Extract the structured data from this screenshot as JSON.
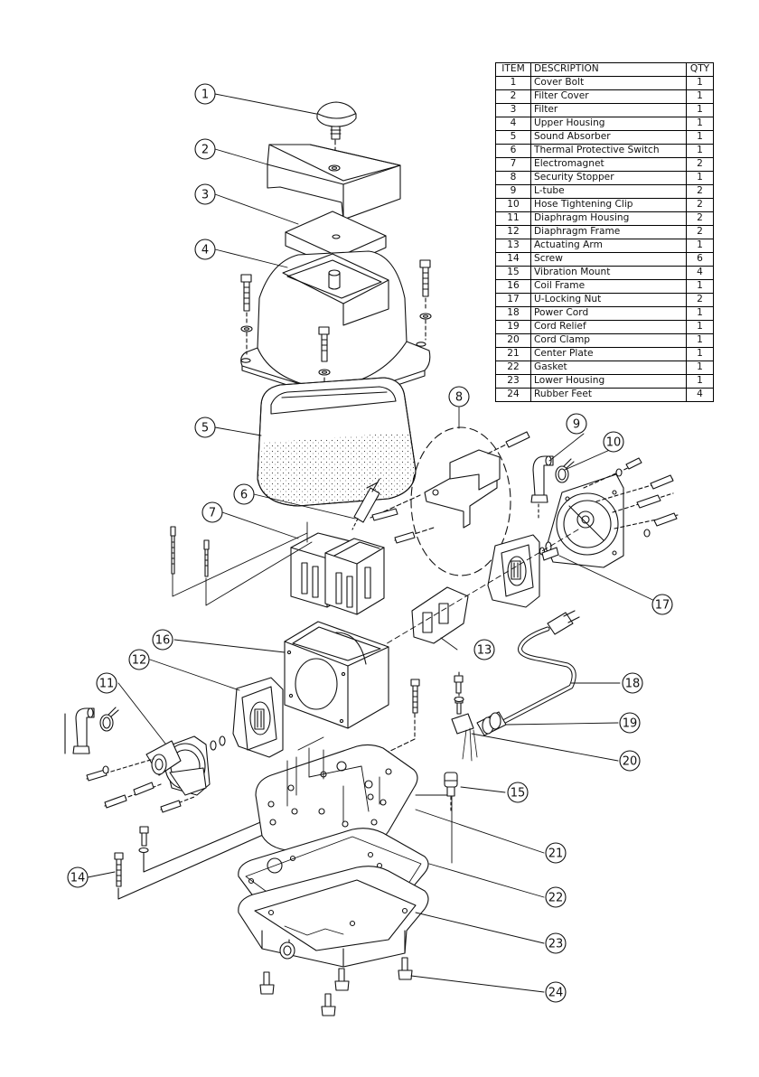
{
  "parts_table": {
    "headers": {
      "item": "ITEM",
      "description": "DESCRIPTION",
      "qty": "QTY"
    },
    "rows": [
      {
        "item": "1",
        "description": "Cover Bolt",
        "qty": "1"
      },
      {
        "item": "2",
        "description": "Filter Cover",
        "qty": "1"
      },
      {
        "item": "3",
        "description": "Filter",
        "qty": "1"
      },
      {
        "item": "4",
        "description": "Upper Housing",
        "qty": "1"
      },
      {
        "item": "5",
        "description": "Sound Absorber",
        "qty": "1"
      },
      {
        "item": "6",
        "description": "Thermal Protective Switch",
        "qty": "1"
      },
      {
        "item": "7",
        "description": "Electromagnet",
        "qty": "2"
      },
      {
        "item": "8",
        "description": "Security Stopper",
        "qty": "1"
      },
      {
        "item": "9",
        "description": "L-tube",
        "qty": "2"
      },
      {
        "item": "10",
        "description": "Hose Tightening Clip",
        "qty": "2"
      },
      {
        "item": "11",
        "description": "Diaphragm Housing",
        "qty": "2"
      },
      {
        "item": "12",
        "description": "Diaphragm Frame",
        "qty": "2"
      },
      {
        "item": "13",
        "description": "Actuating Arm",
        "qty": "1"
      },
      {
        "item": "14",
        "description": "Screw",
        "qty": "6"
      },
      {
        "item": "15",
        "description": "Vibration Mount",
        "qty": "4"
      },
      {
        "item": "16",
        "description": "Coil Frame",
        "qty": "1"
      },
      {
        "item": "17",
        "description": "U-Locking Nut",
        "qty": "2"
      },
      {
        "item": "18",
        "description": "Power Cord",
        "qty": "1"
      },
      {
        "item": "19",
        "description": "Cord Relief",
        "qty": "1"
      },
      {
        "item": "20",
        "description": "Cord Clamp",
        "qty": "1"
      },
      {
        "item": "21",
        "description": "Center Plate",
        "qty": "1"
      },
      {
        "item": "22",
        "description": "Gasket",
        "qty": "1"
      },
      {
        "item": "23",
        "description": "Lower Housing",
        "qty": "1"
      },
      {
        "item": "24",
        "description": "Rubber Feet",
        "qty": "4"
      }
    ]
  },
  "callouts": [
    "1",
    "2",
    "3",
    "4",
    "5",
    "6",
    "7",
    "8",
    "9",
    "10",
    "11",
    "12",
    "13",
    "14",
    "15",
    "16",
    "17",
    "18",
    "19",
    "20",
    "21",
    "22",
    "23",
    "24"
  ]
}
